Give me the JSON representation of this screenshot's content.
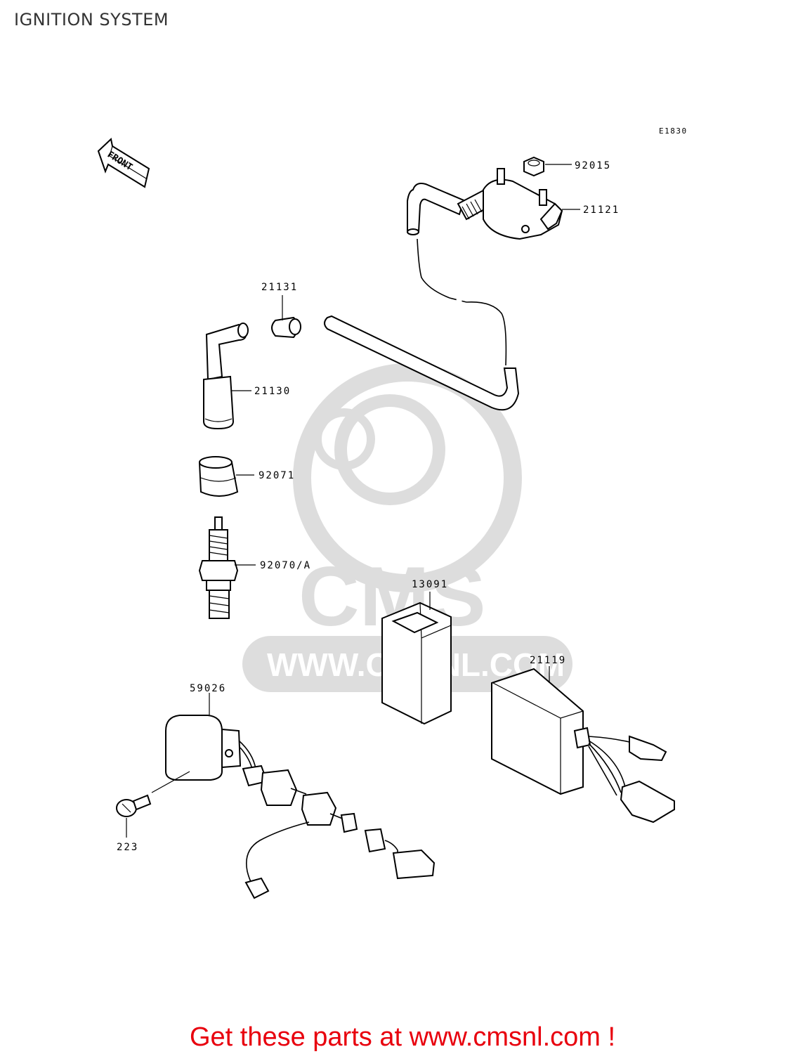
{
  "title": "IGNITION SYSTEM",
  "diagram_code": "E1830",
  "front_label": "FRONT",
  "watermark": {
    "site": "WWW.CMSNL.COM",
    "logo": "CMS"
  },
  "parts": {
    "p92015": "92015",
    "p21121": "21121",
    "p21131": "21131",
    "p21130": "21130",
    "p92071": "92071",
    "p92070": "92070/A",
    "p13091": "13091",
    "p21119": "21119",
    "p59026": "59026",
    "p223": "223"
  },
  "footer": "Get these parts at www.cmsnl.com !"
}
